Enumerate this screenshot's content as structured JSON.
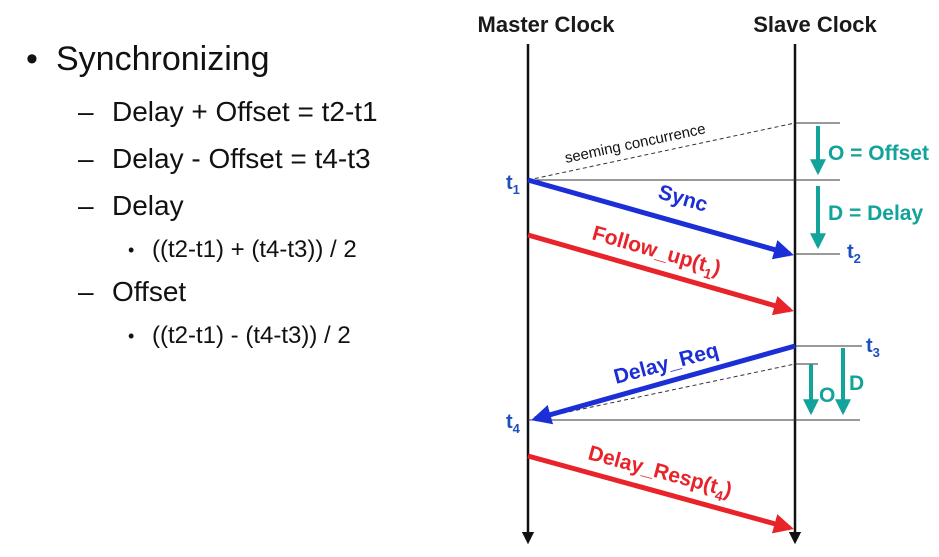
{
  "bullets": {
    "main": "Synchronizing",
    "items": [
      {
        "text": "Delay + Offset = t2-t1"
      },
      {
        "text": "Delay - Offset = t4-t3"
      },
      {
        "text": "Delay"
      },
      {
        "text": "((t2-t1) + (t4-t3)) / 2"
      },
      {
        "text": "Offset"
      },
      {
        "text": "((t2-t1) - (t4-t3)) / 2"
      }
    ],
    "bullet_glyph": "•",
    "dash_glyph": "–"
  },
  "diagram": {
    "master_label": "Master Clock",
    "slave_label": "Slave Clock",
    "t1": {
      "base": "t",
      "sub": "1"
    },
    "t2": {
      "base": "t",
      "sub": "2"
    },
    "t3": {
      "base": "t",
      "sub": "3"
    },
    "t4": {
      "base": "t",
      "sub": "4"
    },
    "seeming": "seeming concurrence",
    "sync": "Sync",
    "follow_up": {
      "base": "Follow_up(t",
      "sub": "1",
      "close": ")"
    },
    "delay_req": "Delay_Req",
    "delay_resp": {
      "base": "Delay_Resp(t",
      "sub": "4",
      "close": ")"
    },
    "offset_label": "O = Offset",
    "delay_label": "D = Delay",
    "o_short": "O",
    "d_short": "D",
    "colors": {
      "blue": "#1c2fd6",
      "red": "#e8232a",
      "teal": "#12a39a",
      "tlabel": "#1e4fbf"
    }
  }
}
